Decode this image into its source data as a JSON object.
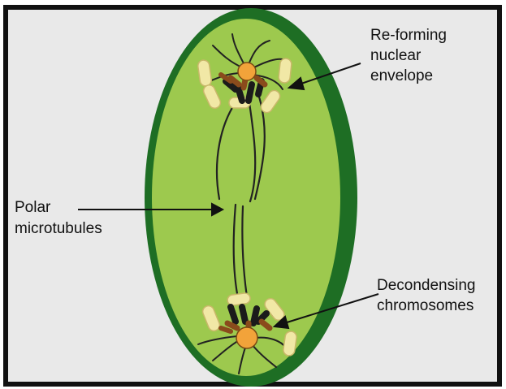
{
  "labels": {
    "nuclear_envelope": [
      "Re-forming",
      "nuclear",
      "envelope"
    ],
    "polar_microtubules": [
      "Polar",
      "microtubules"
    ],
    "decondensing_chromosomes": [
      "Decondensing",
      "chromosomes"
    ]
  },
  "colors": {
    "background": "#e9e9e9",
    "frame": "#111111",
    "cell_wall": "#1e6e24",
    "cytoplasm": "#9dc94e",
    "centrosome": "#f2a33a",
    "chromosome_dark": "#1b1b1b",
    "chromosome_brown": "#8a4b1c",
    "organelle": "#f1e8a6",
    "organelle_outline": "#c9b86a",
    "line": "#222222"
  }
}
